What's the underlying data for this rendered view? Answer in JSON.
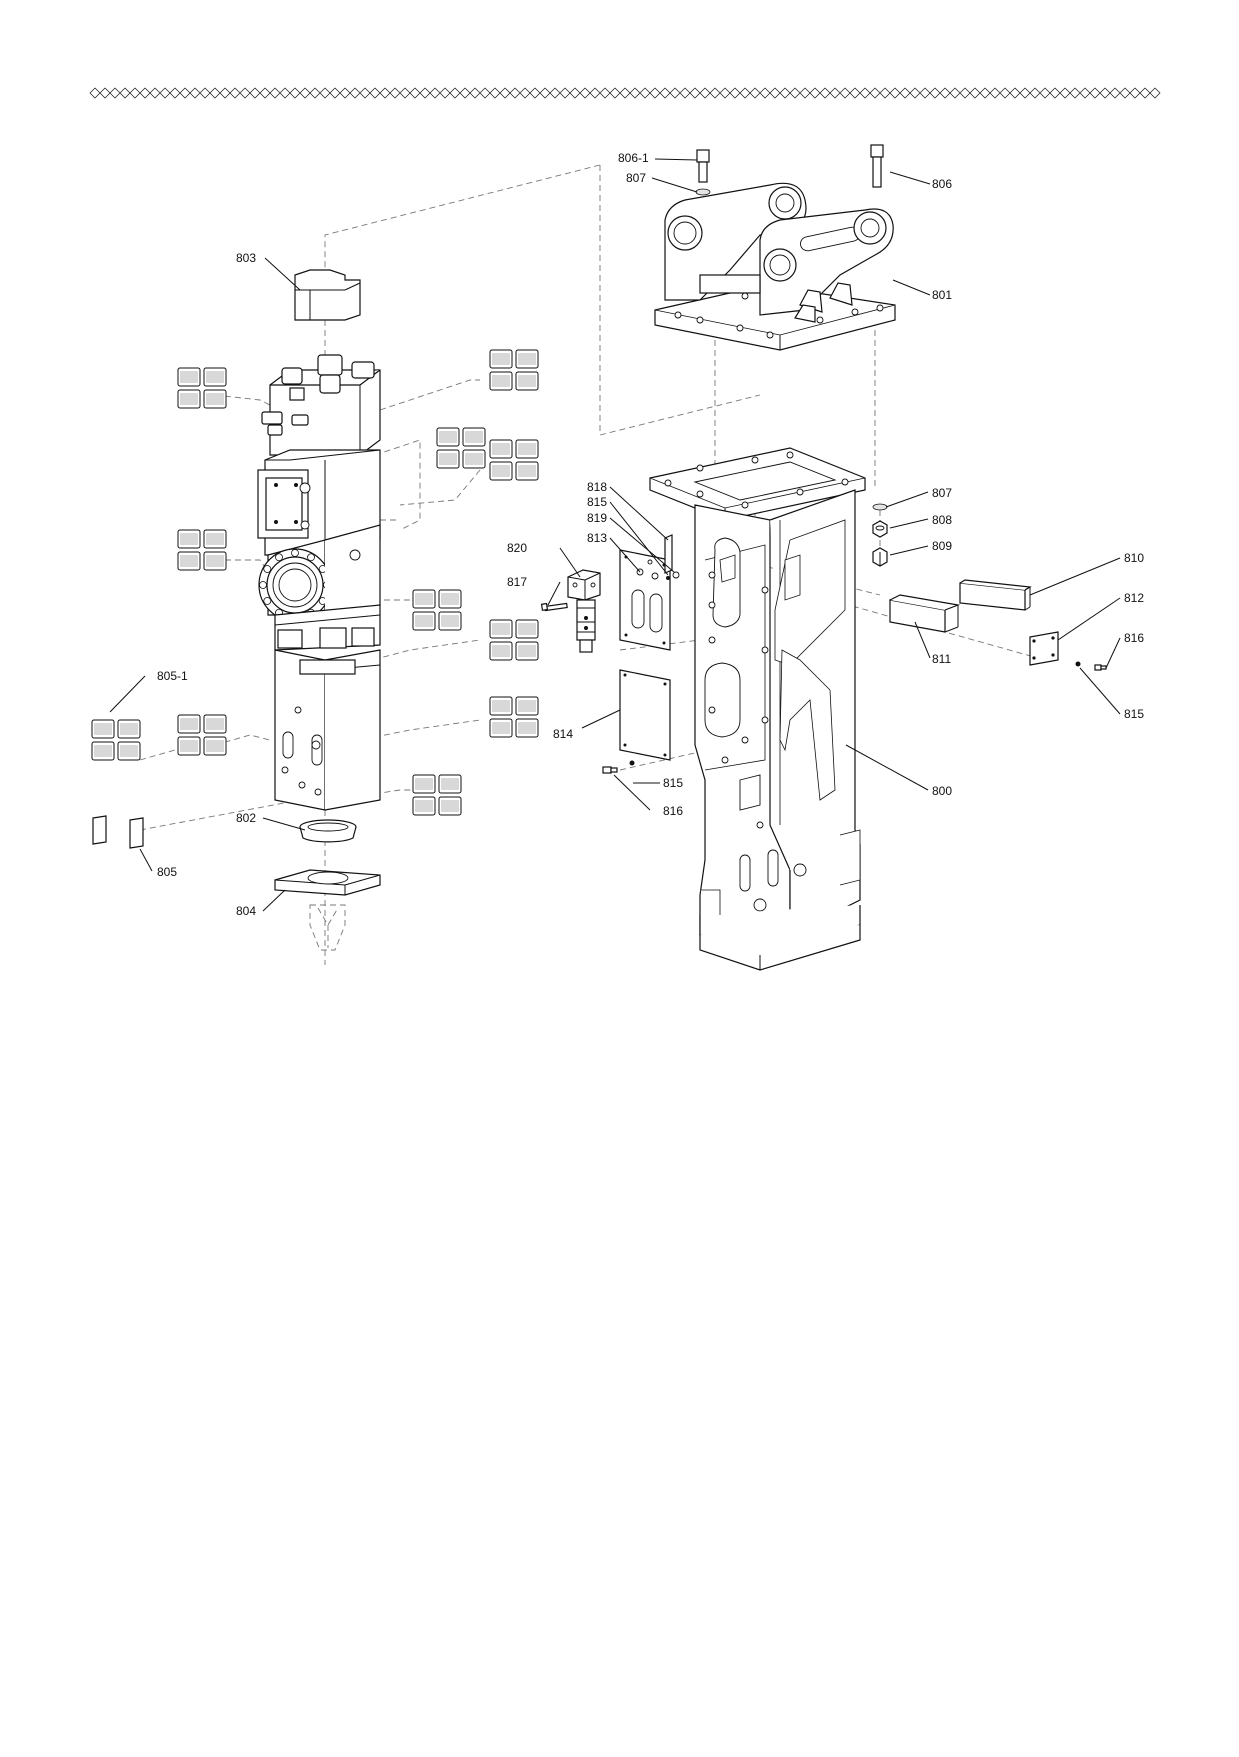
{
  "labels": {
    "l800": "800",
    "l801": "801",
    "l802": "802",
    "l803": "803",
    "l804": "804",
    "l805": "805",
    "l805_1": "805-1",
    "l806": "806",
    "l806_1": "806-1",
    "l807a": "807",
    "l807b": "807",
    "l808": "808",
    "l809": "809",
    "l810": "810",
    "l811": "811",
    "l812": "812",
    "l813": "813",
    "l814": "814",
    "l815a": "815",
    "l815b": "815",
    "l815c": "815",
    "l816a": "816",
    "l816b": "816",
    "l817": "817",
    "l818": "818",
    "l819": "819",
    "l820": "820"
  }
}
